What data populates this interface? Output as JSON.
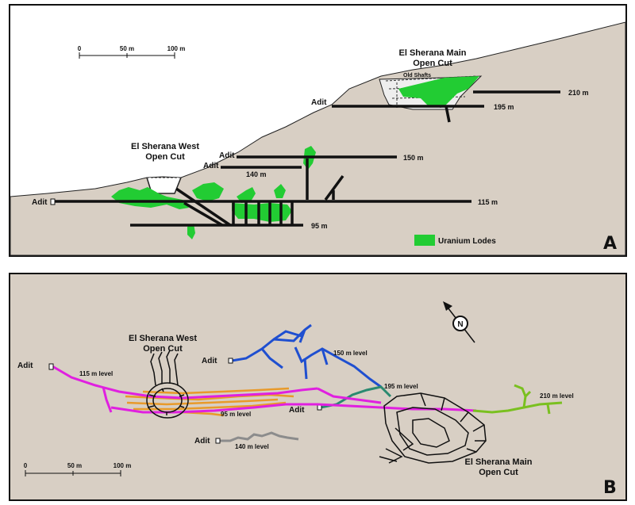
{
  "colors": {
    "rock": "#d8cfc4",
    "lode": "#22cc33",
    "level_115": "#e020e0",
    "level_95": "#e89a2a",
    "level_150": "#1f4fd0",
    "level_195": "#2a8a70",
    "level_210": "#7ac020",
    "level_140": "#8c8c8c"
  },
  "panel_a": {
    "letter": "A",
    "scale": {
      "tick0": "0",
      "tick1": "50 m",
      "tick2": "100 m"
    },
    "main_cut": {
      "line1": "El Sherana Main",
      "line2": "Open Cut"
    },
    "west_cut": {
      "line1": "El Sherana West",
      "line2": "Open Cut"
    },
    "old_shafts": "Old Shafts",
    "adit": "Adit",
    "levels": {
      "l210": "210 m",
      "l195": "195 m",
      "l150": "150 m",
      "l140": "140 m",
      "l115": "115 m",
      "l95": "95 m"
    },
    "legend": "Uranium Lodes"
  },
  "panel_b": {
    "letter": "B",
    "north": "N",
    "adit": "Adit",
    "west_cut": {
      "line1": "El Sherana West",
      "line2": "Open Cut"
    },
    "main_cut": {
      "line1": "El Sherana Main",
      "line2": "Open Cut"
    },
    "levels": {
      "l115": "115 m level",
      "l95": "95 m level",
      "l150": "150 m level",
      "l195": "195 m level",
      "l210": "210 m level",
      "l140": "140 m level"
    },
    "scale": {
      "tick0": "0",
      "tick1": "50 m",
      "tick2": "100 m"
    }
  }
}
